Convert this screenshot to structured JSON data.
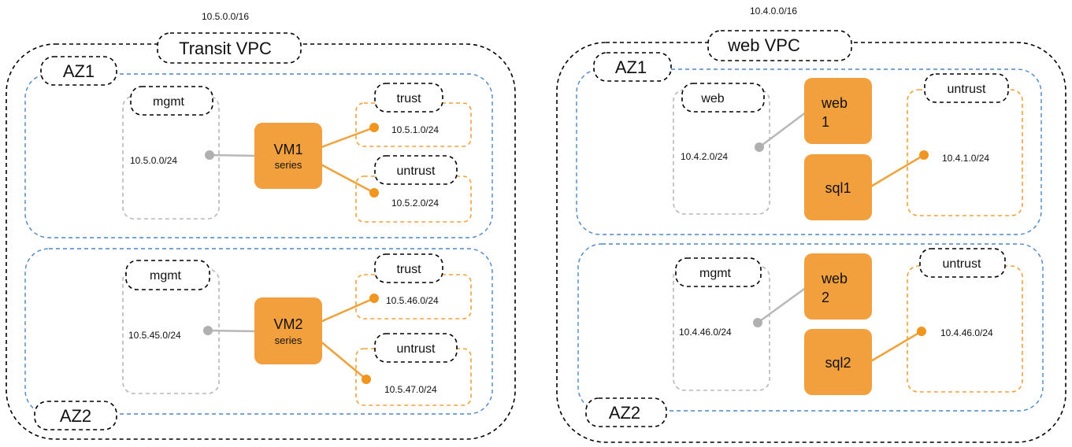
{
  "left_vpc": {
    "cidr": "10.5.0.0/16",
    "title": "Transit VPC",
    "az1": {
      "label": "AZ1",
      "mgmt_label": "mgmt",
      "mgmt_cidr": "10.5.0.0/24",
      "trust_label": "trust",
      "trust_cidr": "10.5.1.0/24",
      "untrust_label": "untrust",
      "untrust_cidr": "10.5.2.0/24",
      "vm_name": "VM1",
      "vm_sub": "series"
    },
    "az2": {
      "label": "AZ2",
      "mgmt_label": "mgmt",
      "mgmt_cidr": "10.5.45.0/24",
      "trust_label": "trust",
      "trust_cidr": "10.5.46.0/24",
      "untrust_label": "untrust",
      "untrust_cidr": "10.5.47.0/24",
      "vm_name": "VM2",
      "vm_sub": "series"
    }
  },
  "right_vpc": {
    "cidr": "10.4.0.0/16",
    "title": "web VPC",
    "az1": {
      "label": "AZ1",
      "web_label": "web",
      "web_cidr": "10.4.2.0/24",
      "untrust_label": "untrust",
      "untrust_cidr": "10.4.1.0/24",
      "web_vm_line1": "web",
      "web_vm_line2": "1",
      "sql_vm": "sql1"
    },
    "az2": {
      "label": "AZ2",
      "mgmt_label": "mgmt",
      "mgmt_cidr": "10.4.46.0/24",
      "untrust_label": "untrust",
      "untrust_cidr": "10.4.46.0/24",
      "web_vm_line1": "web",
      "web_vm_line2": "2",
      "sql_vm": "sql2"
    }
  },
  "colors": {
    "vpc_border": "#000000",
    "az_border": "#4a86c8",
    "subnet_grey": "#b8b8b8",
    "subnet_orange": "#f0a23a",
    "vm_fill": "#f2a03d"
  }
}
